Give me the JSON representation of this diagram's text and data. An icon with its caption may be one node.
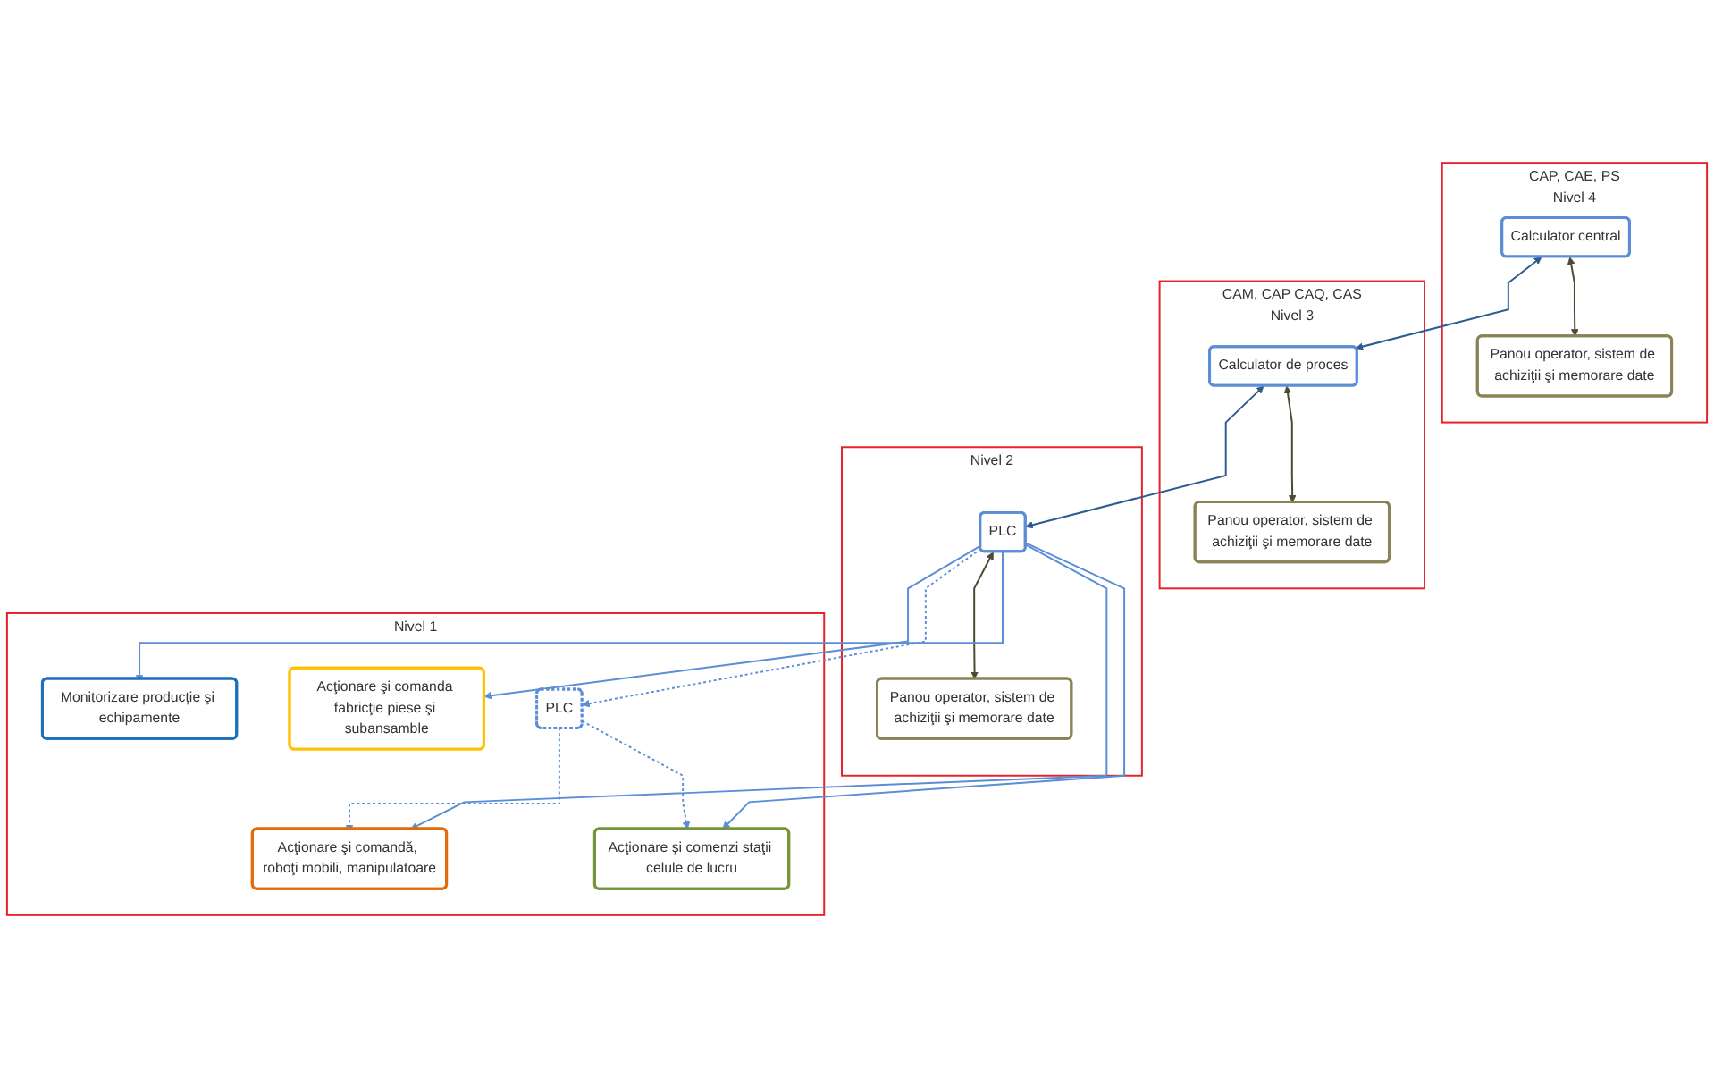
{
  "diagram": {
    "nodes": [
      {
        "text": [
          "CAP, CAE, PS",
          "Nivel 4"
        ]
      },
      {
        "text": [
          "Calculator central"
        ],
        "in": 0
      },
      {
        "text": [
          "Panou operator, sistem de achiziţii şi memorare date"
        ],
        "in": 0
      },
      {
        "text": [
          "CAM, CAP CAQ, CAS",
          "Nivel 3"
        ]
      },
      {
        "text": [
          "Calculator de proces"
        ],
        "in": 3
      },
      {
        "text": [
          "Panou operator, sistem de achiziţii şi memorare date"
        ],
        "in": 3
      },
      {
        "text": [
          "Nivel 2"
        ]
      },
      {
        "text": [
          "PLC"
        ],
        "in": 6
      },
      {
        "text": [
          "Panou operator, sistem de achiziţii şi memorare date"
        ],
        "in": 6
      },
      {
        "text": [
          "Nivel 1"
        ]
      },
      {
        "text": [
          "PLC"
        ],
        "in": 9
      },
      {
        "text": [
          "Acţionare şi comanda fabricţie piese şi subansamble"
        ],
        "in": 9
      },
      {
        "text": [
          "Monitorizare producţie şi echipamente"
        ],
        "in": 9
      },
      {
        "text": [
          "Acţionare şi comenzi staţii celule de lucru"
        ],
        "in": 9
      },
      {
        "text": [
          "Acţionare şi comandă, roboţi mobili, manipulatoare"
        ],
        "in": 9
      }
    ],
    "edges": [
      {
        "from": 1,
        "to": 2,
        "arrow": "both",
        "color": "#4d4a33"
      },
      {
        "from": 1,
        "to": 4,
        "arrow": "both",
        "color": "#2f5b91"
      },
      {
        "from": 4,
        "to": 5,
        "arrow": "both",
        "color": "#4d4a33"
      },
      {
        "from": 4,
        "to": 7,
        "arrow": "both",
        "color": "#2f5b91"
      },
      {
        "from": 7,
        "to": 8,
        "arrow": "both",
        "color": "#4d4a33"
      },
      {
        "from": 7,
        "to": 12,
        "arrow": "to"
      },
      {
        "from": 7,
        "to": 11,
        "arrow": "to"
      },
      {
        "from": 7,
        "to": 10,
        "arrow": "to",
        "style": "dashed"
      },
      {
        "from": 10,
        "to": 14,
        "arrow": "to",
        "style": "dashed"
      },
      {
        "from": 10,
        "to": 13,
        "arrow": "to",
        "style": "dashed"
      },
      {
        "from": 7,
        "to": 14,
        "arrow": "to"
      },
      {
        "from": 7,
        "to": 13,
        "arrow": "to"
      }
    ]
  }
}
